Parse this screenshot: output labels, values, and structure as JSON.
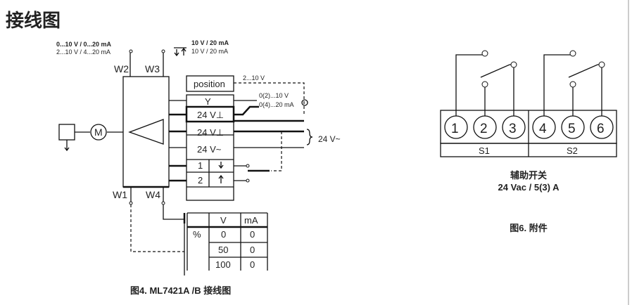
{
  "heading": "接线图",
  "left_diagram": {
    "signal_top_left_1": "0...10 V / 0...20 mA",
    "signal_top_left_2": "2...10 V / 4...20 mA",
    "signal_top_right_1": "10 V / 20 mA",
    "signal_top_right_2": "10 V / 20 mA",
    "w1": "W1",
    "w2": "W2",
    "w3": "W3",
    "w4": "W4",
    "motor": "M",
    "terminals": [
      "position",
      "Y",
      "24 V⊥",
      "24 V⊥",
      "24 V~",
      "1",
      "2"
    ],
    "position_signal": "2...10 V",
    "y_signal_1": "0(2)...10 V",
    "y_signal_2": "0(4)...20 mA",
    "supply": "24 V~",
    "table": {
      "headers": [
        "",
        "V",
        "mA"
      ],
      "rows": [
        [
          "%",
          "0",
          "0"
        ],
        [
          "",
          "50",
          "0"
        ],
        [
          "",
          "100",
          "0"
        ]
      ]
    },
    "caption": "图4. ML7421A /B 接线图"
  },
  "right_diagram": {
    "terminals": [
      "1",
      "2",
      "3",
      "4",
      "5",
      "6"
    ],
    "groups": [
      "S1",
      "S2"
    ],
    "label_1": "辅助开关",
    "label_2": "24 Vac / 5(3) A",
    "caption": "图6. 附件"
  }
}
